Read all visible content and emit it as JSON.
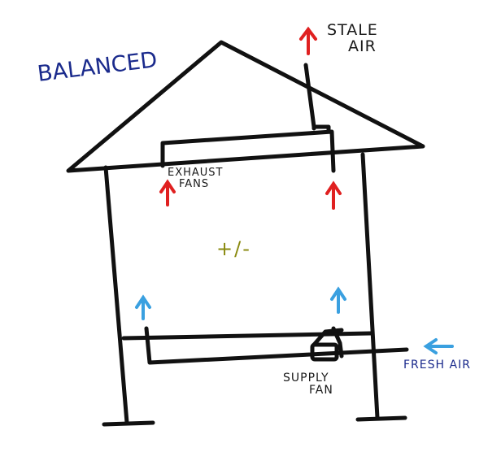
{
  "labels": {
    "title": "BALANCED",
    "stale_air_line1": "STALE",
    "stale_air_line2": "AIR",
    "exhaust_fans_line1": "EXHAUST",
    "exhaust_fans_line2": "FANS",
    "pressure": "+/-",
    "fresh_air": "FRESH AIR",
    "supply_fan_line1": "SUPPLY",
    "supply_fan_line2": "FAN"
  },
  "colors": {
    "ink": "#111111",
    "exhaust_arrow": "#e02020",
    "supply_arrow": "#3aa0e0",
    "title_ink": "#1a2a8c",
    "pressure_ink": "#8a8a10"
  }
}
